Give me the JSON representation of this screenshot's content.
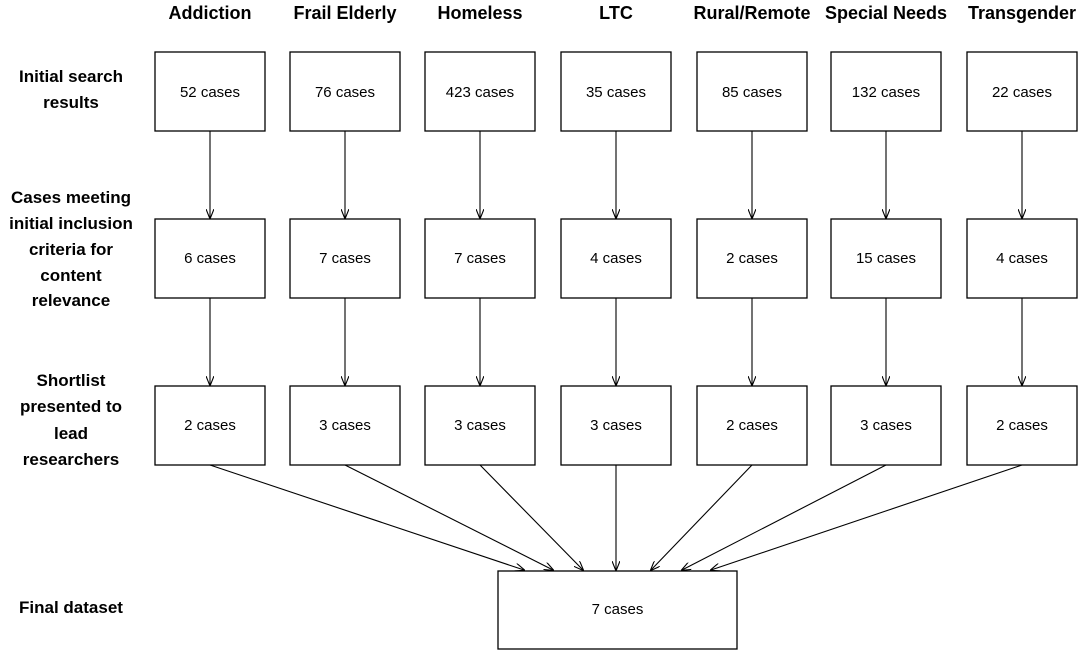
{
  "categories": [
    "Addiction",
    "Frail Elderly",
    "Homeless",
    "LTC",
    "Rural/Remote",
    "Special Needs",
    "Transgender"
  ],
  "stages": [
    {
      "label_lines": [
        "Initial search",
        "results"
      ],
      "counts": [
        "52 cases",
        "76 cases",
        "423 cases",
        "35 cases",
        "85 cases",
        "132 cases",
        "22 cases"
      ]
    },
    {
      "label_lines": [
        "Cases meeting",
        "initial inclusion",
        "criteria for",
        "content",
        "relevance"
      ],
      "counts": [
        "6 cases",
        "7 cases",
        "7 cases",
        "4 cases",
        "2 cases",
        "15 cases",
        "4 cases"
      ]
    },
    {
      "label_lines": [
        "Shortlist",
        "presented to",
        "lead",
        "researchers"
      ],
      "counts": [
        "2 cases",
        "3 cases",
        "3 cases",
        "3 cases",
        "2 cases",
        "3 cases",
        "2 cases"
      ]
    }
  ],
  "final": {
    "label": "Final dataset",
    "count": "7 cases"
  }
}
